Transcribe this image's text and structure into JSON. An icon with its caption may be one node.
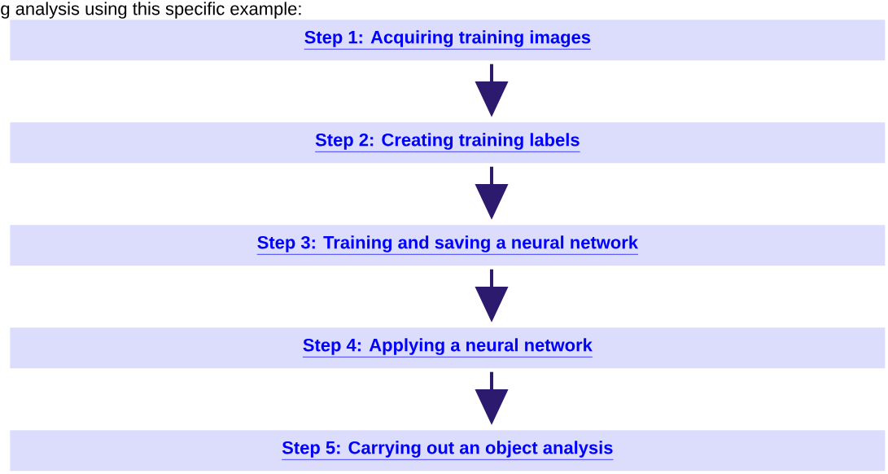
{
  "diagram": {
    "nodes": [
      {
        "text": [
          "Step 1: Acquiring training images"
        ]
      },
      {
        "text": [
          "Step 2: Creating training labels"
        ]
      },
      {
        "text": [
          "Step 3: Training and saving a neural network"
        ]
      },
      {
        "text": [
          "Step 4: Applying a neural network"
        ]
      },
      {
        "text": [
          "Step 5: Carrying out an object analysis"
        ]
      }
    ],
    "edges": [
      {
        "from": 0,
        "to": 1,
        "arrow": "to"
      },
      {
        "from": 1,
        "to": 2,
        "arrow": "to"
      },
      {
        "from": 2,
        "to": 3,
        "arrow": "to"
      },
      {
        "from": 3,
        "to": 4,
        "arrow": "to"
      }
    ],
    "labels": [
      "g analysis using this specific example:"
    ]
  }
}
